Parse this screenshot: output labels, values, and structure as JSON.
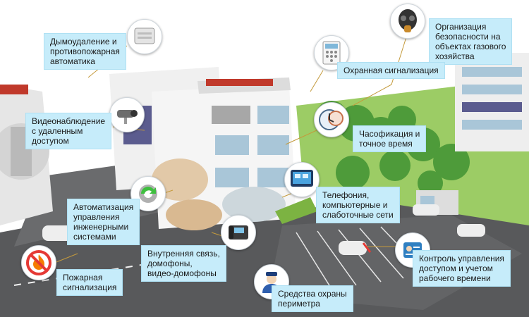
{
  "colors": {
    "label_bg": "#c6ecfa",
    "road": "#58595b",
    "grass": "#9ccc65",
    "building": "#eeeeee",
    "window": "#a9c6d8",
    "tree": "#4e9b3a",
    "accent_purple": "#5b5c8f"
  },
  "labels": {
    "smoke": [
      "Дымоудаление и",
      "противопожарная",
      "автоматика"
    ],
    "gas": [
      "Организация",
      "безопасности на",
      "объектах газового",
      "хозяйства"
    ],
    "alarm": [
      "Охранная сигнализация"
    ],
    "video": [
      "Видеонаблюдение",
      "с удаленным",
      "доступом"
    ],
    "clock": [
      "Часофикация и",
      "точное время"
    ],
    "phone": [
      "Телефония,",
      "компьютерные и",
      "слаботочные сети"
    ],
    "automation": [
      "Автоматизация",
      "управления",
      "инженерными",
      "системами"
    ],
    "intercom": [
      "Внутренняя связь,",
      "домофоны,",
      "видео-домофоны"
    ],
    "access": [
      "Контроль управления",
      "доступом и учетом",
      "рабочего времени"
    ],
    "fire": [
      "Пожарная",
      "сигнализация"
    ],
    "perimeter": [
      "Средства охраны",
      "периметра"
    ]
  },
  "icons": {
    "smoke": "smoke-detector-icon",
    "gas": "gas-mask-icon",
    "alarm": "alarm-keypad-icon",
    "video": "cctv-camera-icon",
    "clock": "clock-icon",
    "phone": "touch-panel-icon",
    "automation": "gear-arrow-icon",
    "intercom": "ip-phone-icon",
    "access": "id-badge-icon",
    "fire": "fire-prohibition-icon",
    "perimeter": "security-guard-icon"
  }
}
